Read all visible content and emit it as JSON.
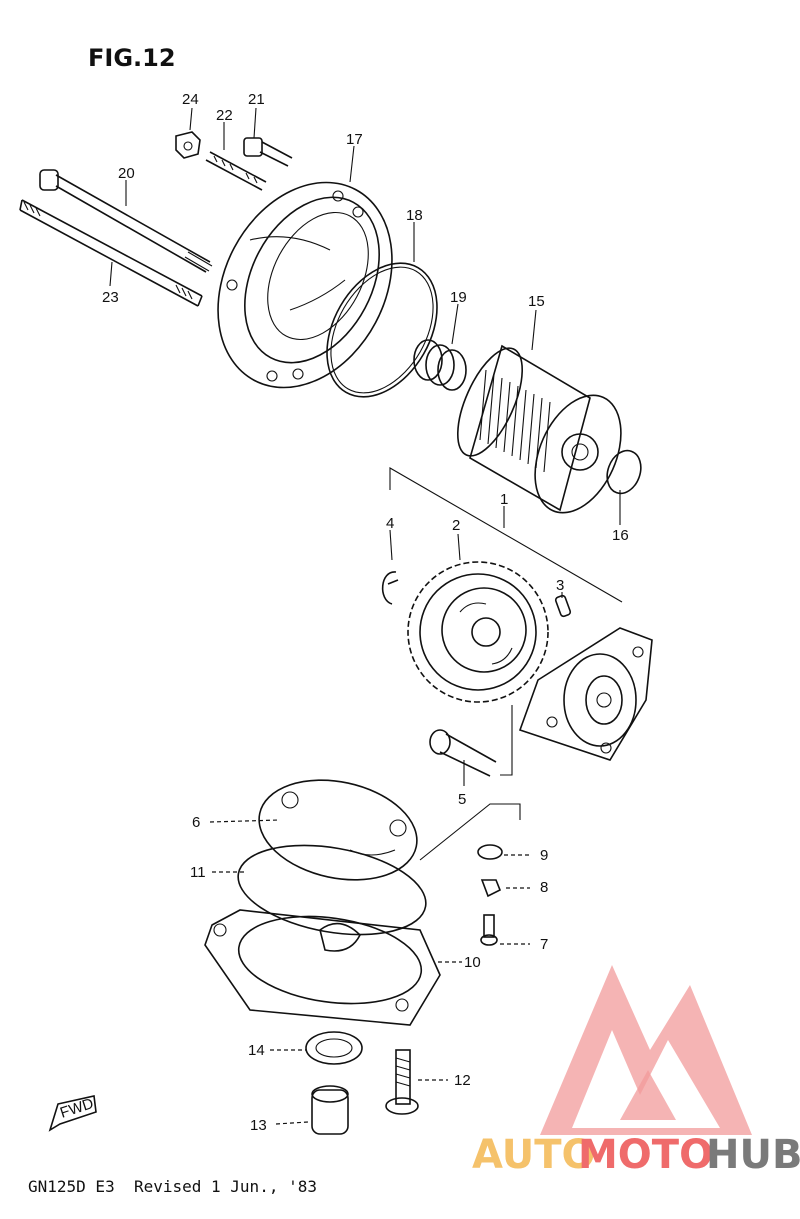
{
  "figure_title": "FIG.12",
  "footer": "GN125D E3  Revised 1 Jun., '83",
  "fwd_mark": "FWD",
  "watermark": {
    "text_a": "AUTO",
    "text_b": "MOTO",
    "text_c": "HUB",
    "color_a": "#f5c26b",
    "color_b": "#ef6b6b",
    "color_c": "#7a7a7a"
  },
  "part_labels": [
    {
      "id": "p1",
      "text": "1"
    },
    {
      "id": "p2",
      "text": "2"
    },
    {
      "id": "p3",
      "text": "3"
    },
    {
      "id": "p4",
      "text": "4"
    },
    {
      "id": "p5",
      "text": "5"
    },
    {
      "id": "p6",
      "text": "6"
    },
    {
      "id": "p7",
      "text": "7"
    },
    {
      "id": "p8",
      "text": "8"
    },
    {
      "id": "p9",
      "text": "9"
    },
    {
      "id": "p10",
      "text": "10"
    },
    {
      "id": "p11",
      "text": "11"
    },
    {
      "id": "p12",
      "text": "12"
    },
    {
      "id": "p13",
      "text": "13"
    },
    {
      "id": "p14",
      "text": "14"
    },
    {
      "id": "p15",
      "text": "15"
    },
    {
      "id": "p16",
      "text": "16"
    },
    {
      "id": "p17",
      "text": "17"
    },
    {
      "id": "p18",
      "text": "18"
    },
    {
      "id": "p19",
      "text": "19"
    },
    {
      "id": "p20",
      "text": "20"
    },
    {
      "id": "p21",
      "text": "21"
    },
    {
      "id": "p22",
      "text": "22"
    },
    {
      "id": "p23",
      "text": "23"
    },
    {
      "id": "p24",
      "text": "24"
    }
  ]
}
